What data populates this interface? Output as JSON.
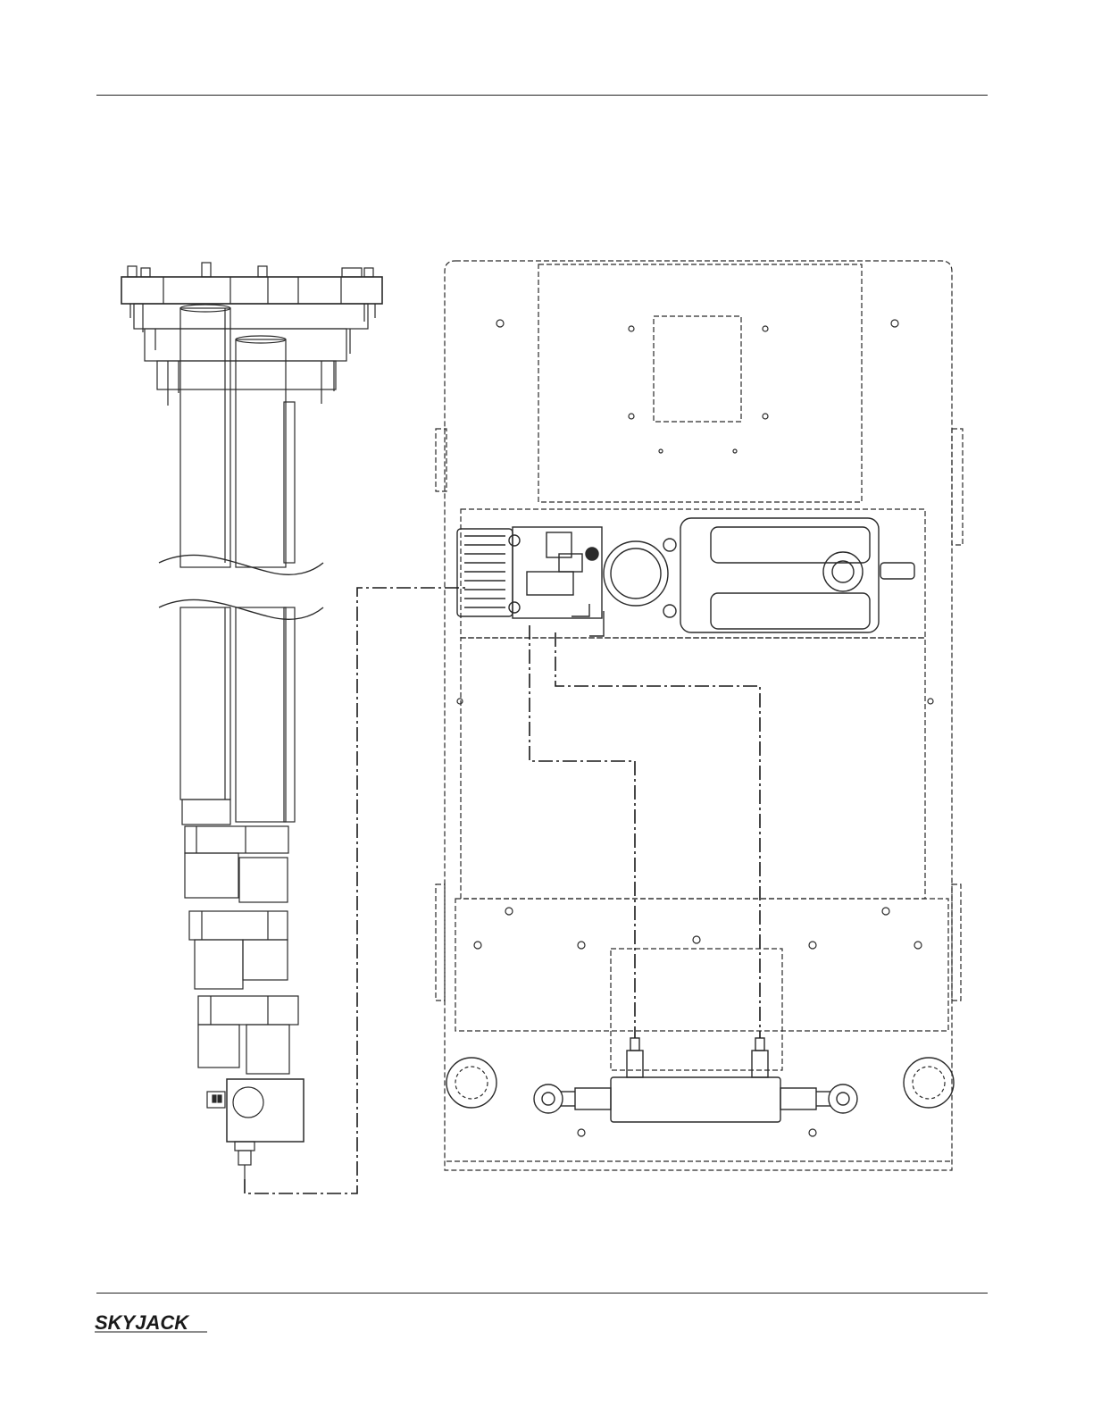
{
  "document": {
    "type": "hydraulic-schematic-drawing",
    "components": [
      "lift-mast",
      "lift-cylinder",
      "hydraulic-pump-unit",
      "motor",
      "steering-cylinder",
      "chassis-frame",
      "hydraulic-lines"
    ]
  },
  "logo": {
    "text": "SKYJACK",
    "color": "#1a1a1a"
  },
  "colors": {
    "ink": "#1a1a1a",
    "paper": "#ffffff",
    "line": "#2a2a2a"
  }
}
